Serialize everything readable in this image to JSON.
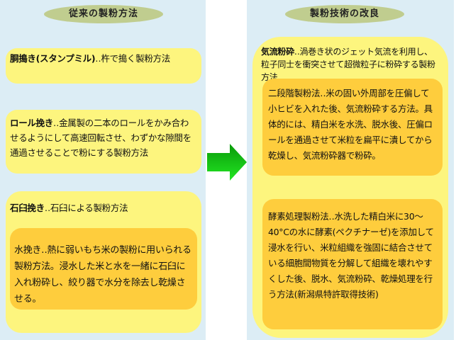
{
  "left": {
    "title": "従来の製粉方法",
    "box1": {
      "term": "胴搗き(スタンプミル)",
      "sep": "‥",
      "desc": "杵で搗く製粉方法"
    },
    "box2": {
      "term": "ロール挽き",
      "sep": "‥",
      "desc": "金属製の二本のロールをかみ合わせるようにして高速回転させ、わずかな隙間を通過させることで粉にする製粉方法"
    },
    "box3": {
      "term": "石臼挽き",
      "sep": "‥",
      "desc": "石臼による製粉方法",
      "inner": {
        "text": "水挽き‥熱に弱いもち米の製粉に用いられる製粉方法。浸水した米と水を一緒に石臼に入れ粉砕し、絞り器で水分を除去し乾燥させる。"
      }
    }
  },
  "arrow": {
    "icon": "right-arrow-icon",
    "color_top": "#0a9a0a",
    "color_bottom": "#22e622"
  },
  "right": {
    "title": "製粉技術の改良",
    "outer": {
      "term": "気流粉砕",
      "sep": "‥",
      "desc": "渦巻き状のジェット気流を利用し、粒子同士を衝突させて超微粒子に粉砕する製粉方法"
    },
    "inner1": {
      "text": "二段階製粉法‥米の固い外周部を圧偏して小ヒビを入れた後、気流粉砕する方法。具体的には、精白米を水洗、脱水後、圧偏ロールを通過させて米粒を扁平に潰してから乾燥し、気流粉砕器で粉砕。"
    },
    "inner2": {
      "text": "酵素処理製粉法‥水洗した精白米に30～40°Cの水に酵素(ペクチナーゼ)を添加して浸水を行い、米粒組織を強固に結合させている細胞間物質を分解して組織を壊れやすくした後、脱水、気流粉砕、乾燥処理を行う方法(新潟県特許取得技術)"
    }
  },
  "colors": {
    "panel_bg": "#dcedf5",
    "title_oval": "#c0cd8f",
    "yellow_box": "#fdf57e",
    "orange_box": "#fecd3d"
  }
}
